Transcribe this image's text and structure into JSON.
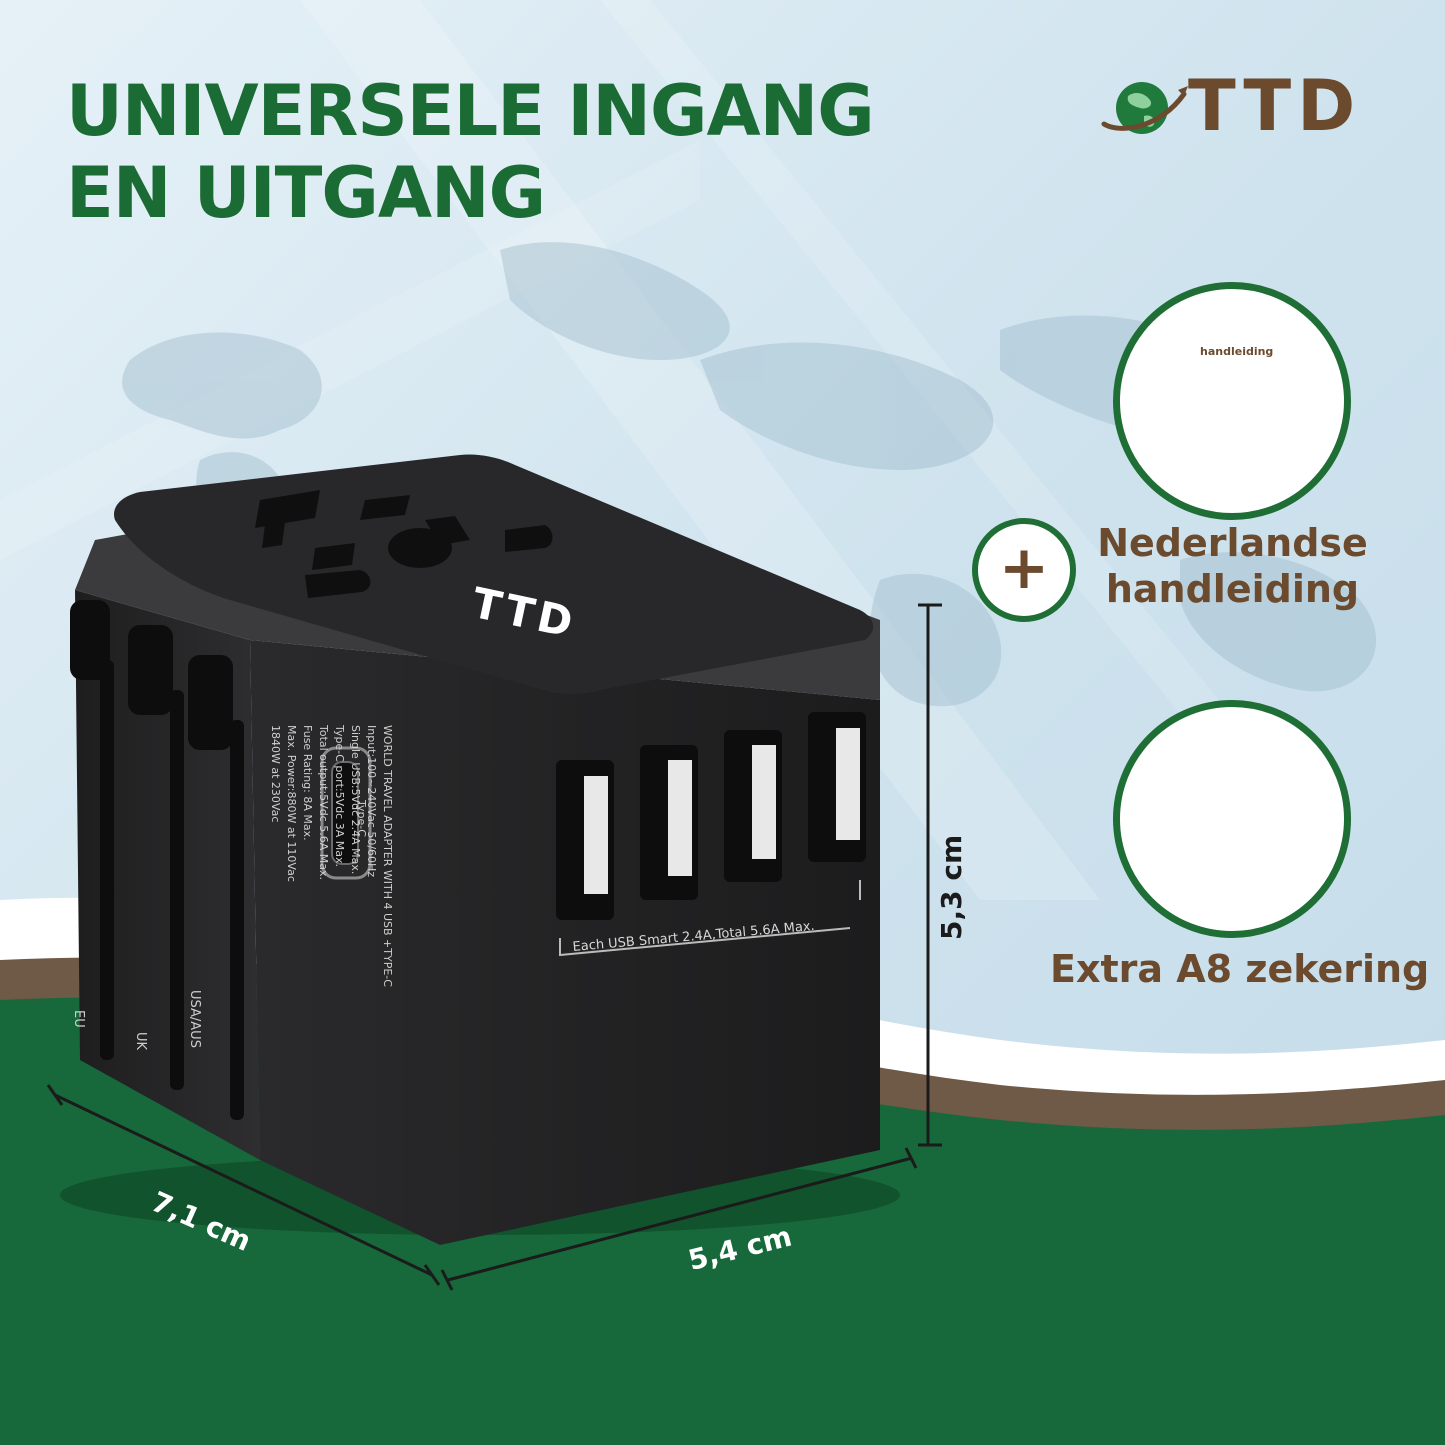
{
  "headline": {
    "line1": "UNIVERSELE INGANG",
    "line2": "EN UITGANG"
  },
  "brand": {
    "name": "TTD",
    "logo_icon": "globe-plane-icon"
  },
  "product": {
    "logo_text": "TTD",
    "plug_labels": [
      "EU",
      "UK",
      "USA/AUS"
    ],
    "typec_label": "Type-C",
    "usb_caption": "Each USB Smart 2.4A,Total 5.6A Max.",
    "spec_lines": [
      "WORLD TRAVEL ADAPTER WITH 4 USB +TYPE-C",
      "Input:100~240Vac 50/60Hz",
      "Single USB:5Vdc 2.4A Max.",
      "Type-C port:5Vdc 3A Max.",
      "Total output:5Vdc 5.6A Max.",
      "Fuse Rating: 8A Max.",
      "Max. Power:880W at 110Vac",
      "1840W at 230Vac"
    ]
  },
  "accessories": {
    "manual": {
      "booklet_title": "handleiding",
      "caption_line1": "Nederlandse",
      "caption_line2": "handleiding"
    },
    "plus_symbol": "+",
    "fuse": {
      "caption": "Extra A8 zekering"
    }
  },
  "dimensions": {
    "height": "5,3 cm",
    "depth": "7,1 cm",
    "width": "5,4 cm"
  },
  "colors": {
    "brand_green": "#1a6b34",
    "brand_brown": "#6b4a2e",
    "sky": "#dbeaf2",
    "field_green": "#17683a"
  }
}
